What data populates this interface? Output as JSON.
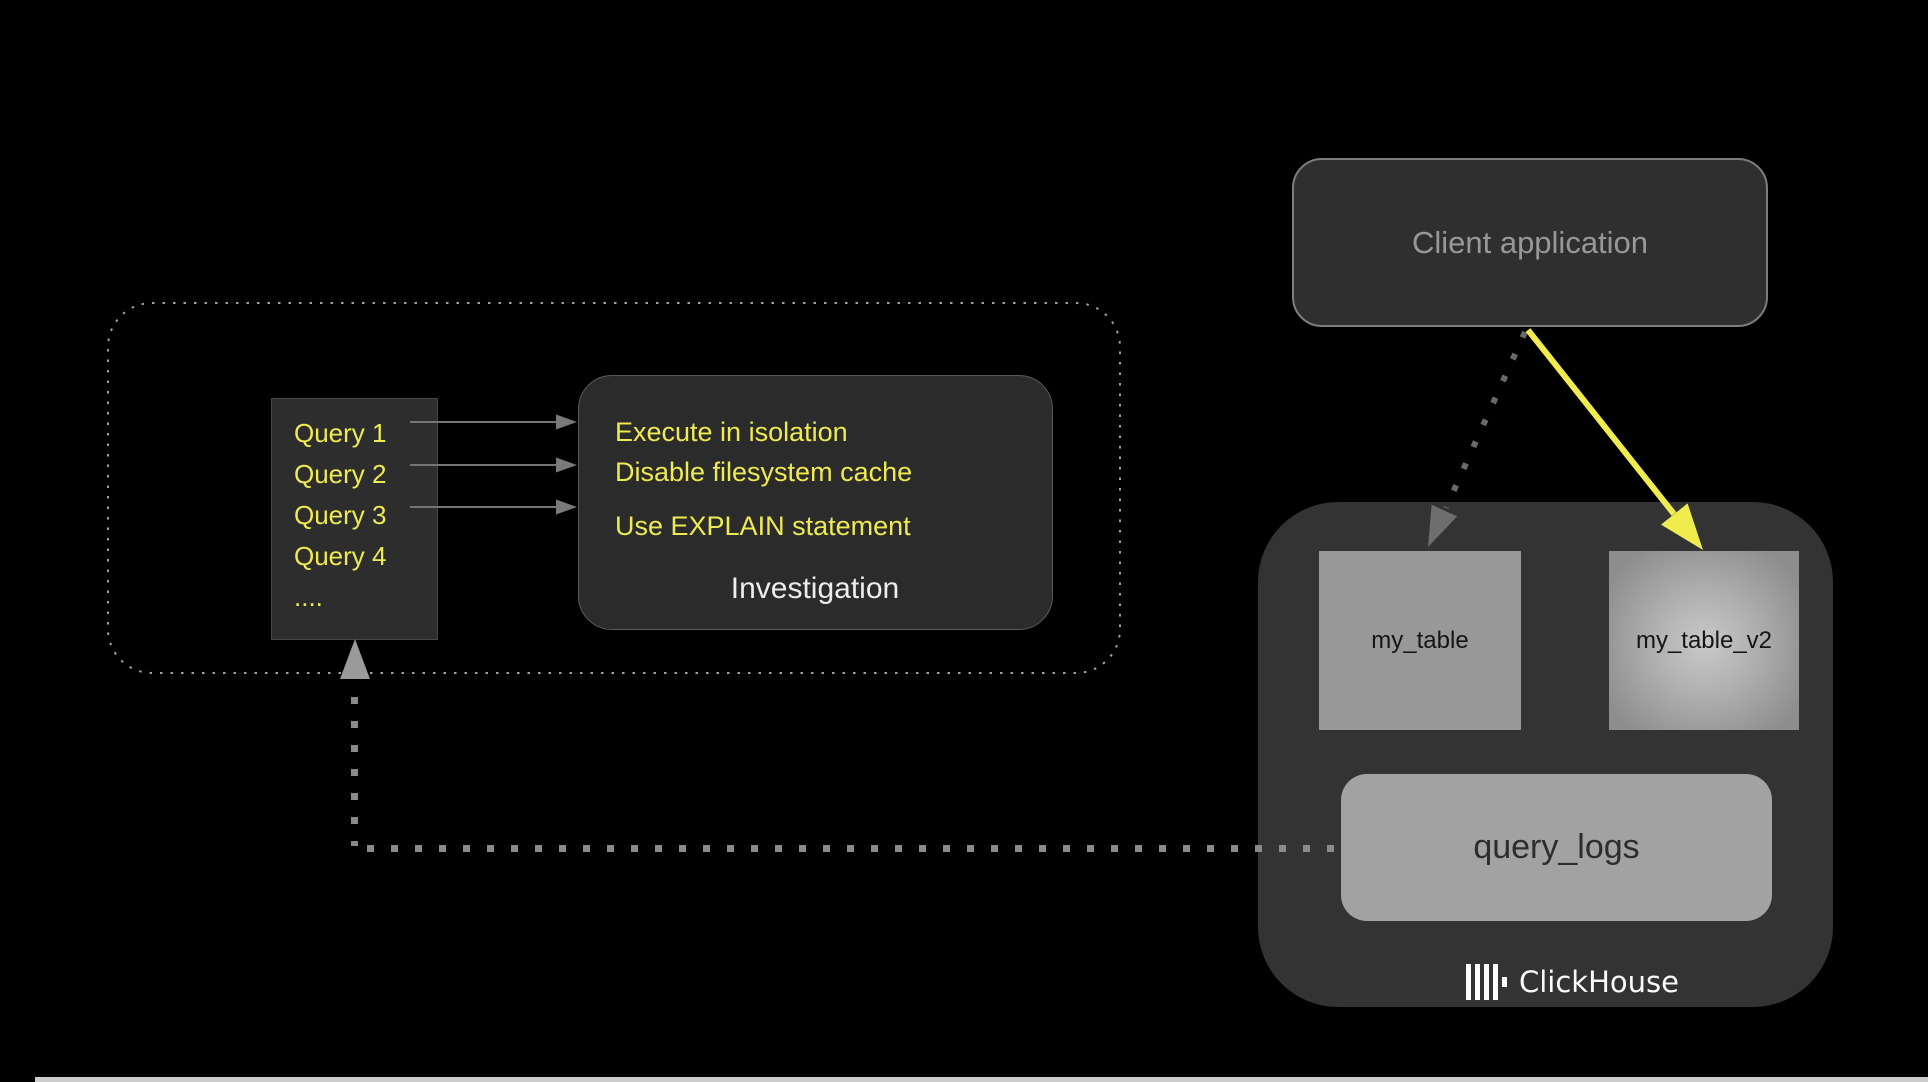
{
  "colors": {
    "accent_yellow": "#eeea52",
    "box_dark": "#2d2d2d",
    "box_dark2": "#2b2b2b",
    "container_gray": "#333333",
    "table_gray": "#989898",
    "logs_gray": "#a2a2a2",
    "text_gray": "#989898",
    "connector_gray": "#8a8a8a",
    "white": "#ededed"
  },
  "queries": {
    "items": [
      "Query 1",
      "Query 2",
      "Query 3",
      "Query 4",
      "...."
    ]
  },
  "investigation": {
    "lines": [
      "Execute in isolation",
      "Disable filesystem cache",
      "Use EXPLAIN statement"
    ],
    "label": "Investigation"
  },
  "client": {
    "label": "Client application"
  },
  "clickhouse": {
    "tables": [
      {
        "name": "my_table"
      },
      {
        "name": "my_table_v2"
      }
    ],
    "query_logs_label": "query_logs",
    "brand_label": "ClickHouse"
  }
}
